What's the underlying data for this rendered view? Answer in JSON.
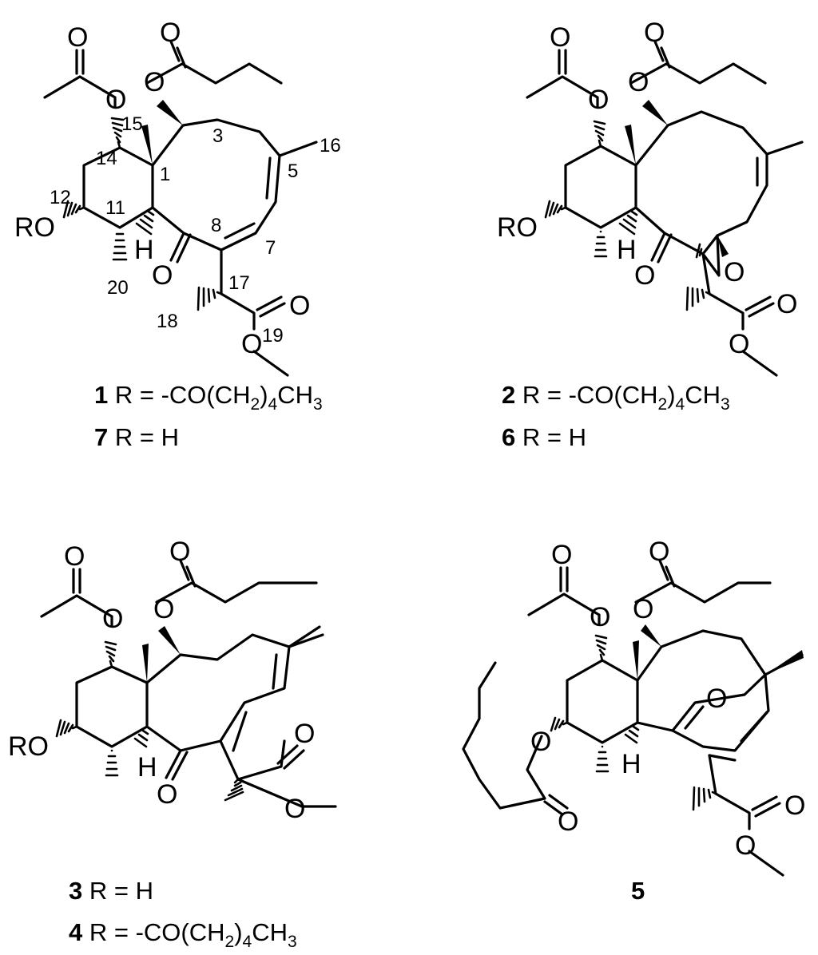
{
  "atoms": {
    "O": "O",
    "H": "H",
    "RO": "RO"
  },
  "locants": [
    "15",
    "3",
    "14",
    "1",
    "16",
    "5",
    "12",
    "11",
    "8",
    "7",
    "17",
    "20",
    "18",
    "19"
  ],
  "compounds": [
    {
      "id": "1",
      "lines": [
        {
          "bold": "1",
          "pre": " R = -CO(CH",
          "sub1": "2",
          "mid": ")",
          "sub2": "4",
          "post": "CH",
          "sub3": "3"
        },
        {
          "bold": "7",
          "pre": " R = H"
        }
      ]
    },
    {
      "id": "2",
      "lines": [
        {
          "bold": "2",
          "pre": " R = -CO(CH",
          "sub1": "2",
          "mid": ")",
          "sub2": "4",
          "post": "CH",
          "sub3": "3"
        },
        {
          "bold": "6",
          "pre": " R = H"
        }
      ]
    },
    {
      "id": "3",
      "lines": [
        {
          "bold": "3",
          "pre": " R = H"
        },
        {
          "bold": "4",
          "pre": " R = -CO(CH",
          "sub1": "2",
          "mid": ")",
          "sub2": "4",
          "post": "CH",
          "sub3": "3"
        }
      ]
    },
    {
      "id": "5",
      "lines": [
        {
          "bold": "5"
        }
      ]
    }
  ]
}
